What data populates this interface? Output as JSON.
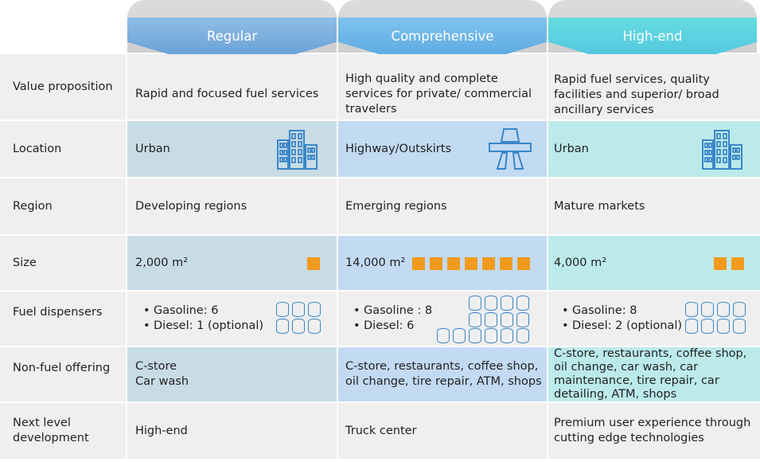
{
  "headers": [
    "Regular",
    "Comprehensive",
    "High-end"
  ],
  "colors": {
    "regular_accent": "#7fb0de",
    "comprehensive_accent": "#6fb6e8",
    "highend_accent": "#5fd0d8",
    "square": "#f29a1c",
    "icon_blue": "#3a86c8"
  },
  "rows": {
    "value": {
      "label": "Value proposition",
      "regular": "Rapid and focused fuel services",
      "comprehensive": "High quality and complete services for private/ commercial travelers",
      "highend": "Rapid fuel services, quality facilities and superior/ broad ancillary services"
    },
    "location": {
      "label": "Location",
      "regular": "Urban",
      "regular_icon": "city-building-icon",
      "comprehensive": "Highway/Outskirts",
      "comprehensive_icon": "highway-icon",
      "highend": "Urban",
      "highend_icon": "city-building-icon"
    },
    "region": {
      "label": "Region",
      "regular": "Developing regions",
      "comprehensive": "Emerging regions",
      "highend": "Mature markets"
    },
    "size": {
      "label": "Size",
      "regular": "2,000 m²",
      "regular_squares": 1,
      "comprehensive": "14,000 m²",
      "comprehensive_squares": 7,
      "highend": "4,000 m²",
      "highend_squares": 2
    },
    "fuel": {
      "label": "Fuel dispensers",
      "regular": [
        "Gasoline: 6",
        "Diesel: 1 (optional)"
      ],
      "comprehensive": [
        "Gasoline : 8",
        "Diesel: 6"
      ],
      "highend": [
        "Gasoline: 8",
        "Diesel: 2 (optional)"
      ]
    },
    "nonfuel": {
      "label": "Non-fuel offering",
      "regular": [
        "C-store",
        "Car wash"
      ],
      "comprehensive": "C-store, restaurants, coffee shop, oil change, tire repair, ATM, shops",
      "highend": "C-store, restaurants, coffee shop, oil change, car wash, car maintenance, tire repair, car detailing, ATM, shops"
    },
    "next": {
      "label": "Next level development",
      "regular": "High-end",
      "comprehensive": "Truck center",
      "highend": "Premium user experience through cutting edge technologies"
    }
  }
}
